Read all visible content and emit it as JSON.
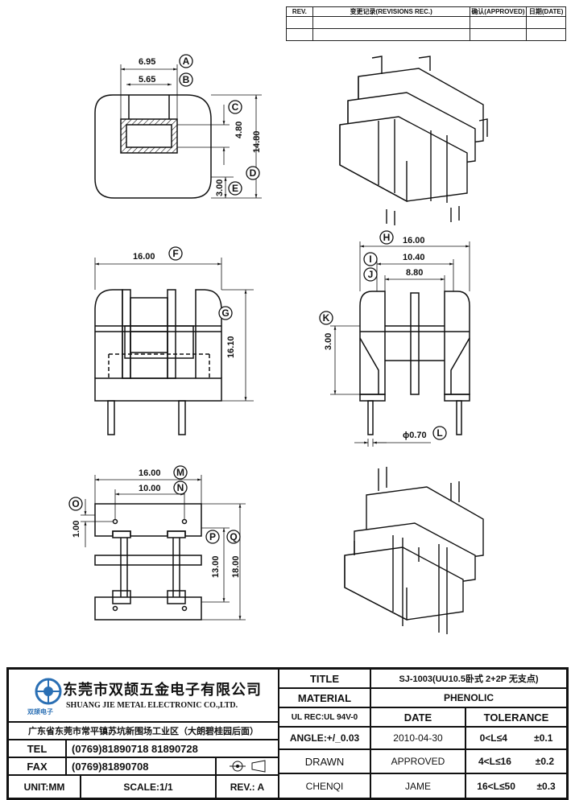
{
  "revision_table": {
    "headers": [
      "REV.",
      "变更记录(REVISIONS REC.)",
      "确认(APPROVED)",
      "日期(DATE)"
    ]
  },
  "dims": {
    "a": "6.95",
    "b": "5.65",
    "c_val": "4.80",
    "d_val": "14.80",
    "e_val": "3.00",
    "f": "16.00",
    "g": "16.10",
    "h": "16.00",
    "i": "10.40",
    "j": "8.80",
    "k_val": "3.00",
    "l": "ϕ0.70",
    "m": "16.00",
    "n": "10.00",
    "o_val": "1.00",
    "p_val": "13.00",
    "q_val": "18.00"
  },
  "markers": [
    "A",
    "B",
    "C",
    "D",
    "E",
    "F",
    "G",
    "H",
    "I",
    "J",
    "K",
    "L",
    "M",
    "N",
    "O",
    "P",
    "Q"
  ],
  "title_block": {
    "company_cn": "东莞市双颉五金电子有限公司",
    "company_en": "SHUANG JIE METAL ELECTRONIC CO.,LTD.",
    "logo_text": "双颉电子",
    "address": "广东省东莞市常平镇苏坑新围场工业区（大朗碧桂园后面）",
    "tel_label": "TEL",
    "tel_value": "(0769)81890718  81890728",
    "fax_label": "FAX",
    "fax_value": "(0769)81890708",
    "unit": "UNIT:MM",
    "scale": "SCALE:1/1",
    "rev": "REV.: A",
    "title_label": "TITLE",
    "title_value": "SJ-1003(UU10.5卧式 2+2P 无支点)",
    "material_label": "MATERIAL",
    "material_value": "PHENOLIC",
    "ul_rec": "UL REC:UL 94V-0",
    "date_label": "DATE",
    "tolerance_label": "TOLERANCE",
    "angle": "ANGLE:+/_0.03",
    "date_value": "2010-04-30",
    "tol1_range": "0<L≤4",
    "tol1_value": "±0.1",
    "drawn_label": "DRAWN",
    "approved_label": "APPROVED",
    "tol2_range": "4<L≤16",
    "tol2_value": "±0.2",
    "drawn_value": "CHENQI",
    "approved_value": "JAME",
    "tol3_range": "16<L≤50",
    "tol3_value": "±0.3"
  }
}
